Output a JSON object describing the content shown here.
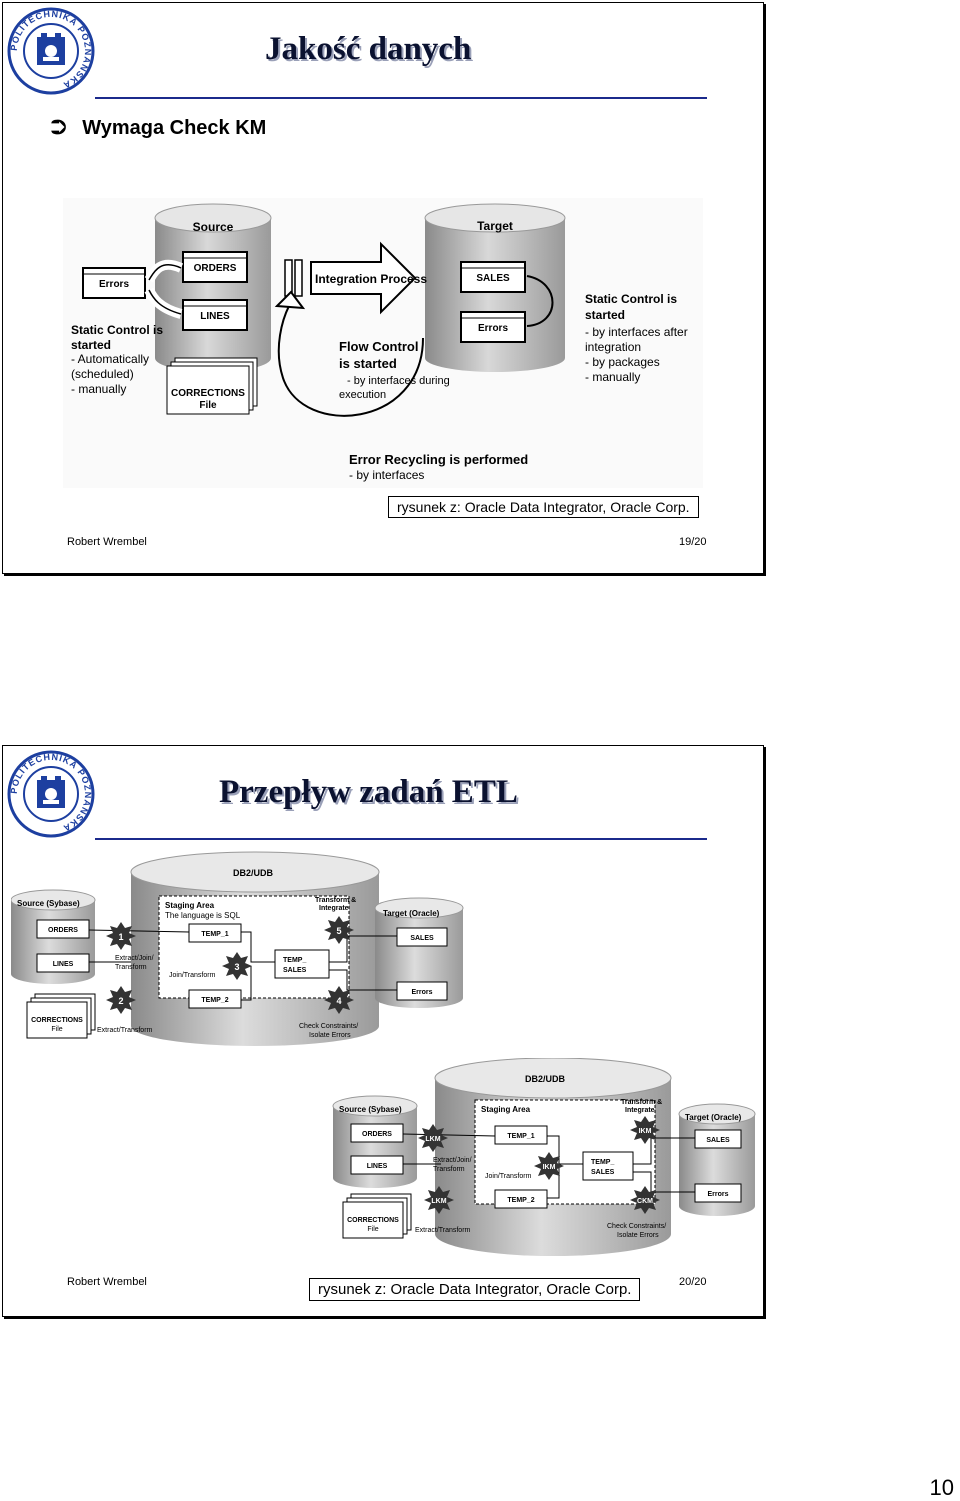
{
  "slide1": {
    "title": "Jakość danych",
    "bullet": "Wymaga Check KM",
    "diagram": {
      "source_label": "Source",
      "target_label": "Target",
      "orders": "ORDERS",
      "lines": "LINES",
      "errors_src": "Errors",
      "sales": "SALES",
      "errors_tgt": "Errors",
      "integration_process": "Integration Process",
      "flow_control_1": "Flow Control",
      "flow_control_2": "is started",
      "flow_control_3": "- by interfaces during",
      "flow_control_4": "execution",
      "static_left_1": "Static Control is",
      "static_left_2": "started",
      "static_left_3": "- Automatically",
      "static_left_4": "(scheduled)",
      "static_left_5": "- manually",
      "corrections_1": "CORRECTIONS",
      "corrections_2": "File",
      "static_right_1": "Static Control is",
      "static_right_2": "started",
      "static_right_3": "- by interfaces after",
      "static_right_4": "integration",
      "static_right_5": "- by packages",
      "static_right_6": "- manually",
      "recycling_1": "Error Recycling is performed",
      "recycling_2": "- by interfaces"
    },
    "caption": "rysunek z: Oracle Data Integrator, Oracle Corp.",
    "author": "Robert Wrembel",
    "page": "19/20"
  },
  "slide2": {
    "title": "Przepływ zadań ETL",
    "diagram_top": {
      "db": "DB2/UDB",
      "source": "Source (Sybase)",
      "staging_1": "Staging Area",
      "staging_2": "The language is SQL",
      "transform_1": "Transform &",
      "transform_2": "Integrate",
      "target": "Target (Oracle)",
      "orders": "ORDERS",
      "lines": "LINES",
      "temp1": "TEMP_1",
      "temp2": "TEMP_2",
      "temp_sales_1": "TEMP_",
      "temp_sales_2": "SALES",
      "sales": "SALES",
      "errors": "Errors",
      "extract_join_1": "Extract/Join/",
      "extract_join_2": "Transform",
      "join_transform": "Join/Transform",
      "corrections_1": "CORRECTIONS",
      "corrections_2": "File",
      "extract_transform": "Extract/Transform",
      "check_1": "Check Constraints/",
      "check_2": "Isolate Errors",
      "step1": "1",
      "step2": "2",
      "step3": "3",
      "step4": "4",
      "step5": "5"
    },
    "diagram_bottom": {
      "db": "DB2/UDB",
      "source": "Source (Sybase)",
      "staging": "Staging Area",
      "transform_1": "Transform &",
      "transform_2": "Integrate",
      "target": "Target (Oracle)",
      "orders": "ORDERS",
      "lines": "LINES",
      "temp1": "TEMP_1",
      "temp2": "TEMP_2",
      "temp_sales_1": "TEMP_",
      "temp_sales_2": "SALES",
      "sales": "SALES",
      "errors": "Errors",
      "extract_join_1": "Extract/Join/",
      "extract_join_2": "Transform",
      "join_transform": "Join/Transform",
      "corrections_1": "CORRECTIONS",
      "corrections_2": "File",
      "extract_transform": "Extract/Transform",
      "check_1": "Check Constraints/",
      "check_2": "Isolate Errors",
      "lkm1": "LKM",
      "lkm2": "LKM",
      "ikm1": "IKM",
      "ikm2": "IKM",
      "ckm": "CKM"
    },
    "caption": "rysunek z: Oracle Data Integrator, Oracle Corp.",
    "author": "Robert Wrembel",
    "page": "20/20"
  },
  "logo_text": "POLITECHNIKA POZNAŃSKA",
  "document_page": "10"
}
